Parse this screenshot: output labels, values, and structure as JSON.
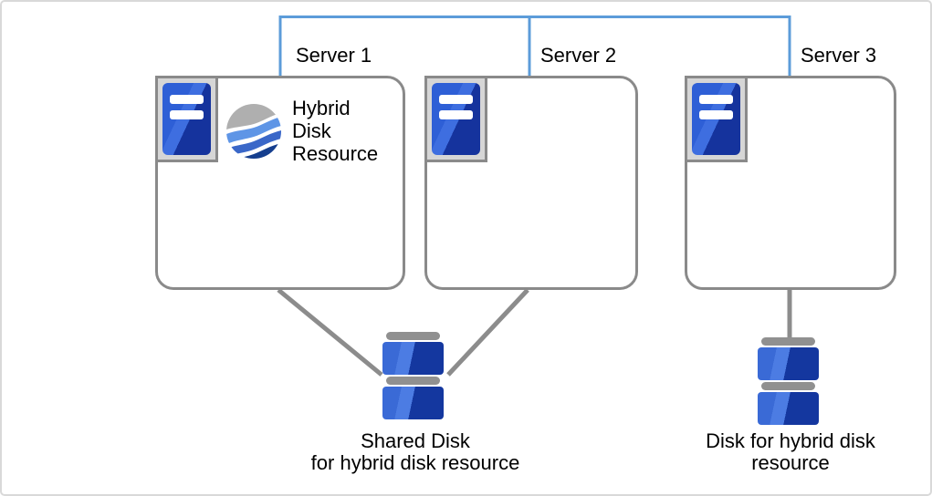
{
  "servers": [
    {
      "label": "Server 1"
    },
    {
      "label": "Server 2"
    },
    {
      "label": "Server 3"
    }
  ],
  "server1_resource": {
    "label": "Hybrid Disk Resource"
  },
  "shared_disk": {
    "caption_line1": "Shared Disk",
    "caption_line2": "for hybrid disk resource"
  },
  "hybrid_disk": {
    "caption_line1": "Disk for hybrid disk",
    "caption_line2": "resource"
  },
  "colors": {
    "network_line": "#5C9CD9",
    "link_line": "#8C8C8C",
    "box_border": "#8A8A8A",
    "server_icon_frame": "#D6D6D6",
    "server_panel_blue": "#2E5FD6",
    "server_panel_dark": "#15339D",
    "disk_blue": "#3A6AD6",
    "disk_dark": "#14379F",
    "disk_cap_gray": "#909090",
    "wave_gray": "#AFAFAF",
    "wave_light_blue": "#5E95E6",
    "wave_mid_blue": "#3A67C8",
    "wave_dark_blue": "#153E8E"
  }
}
